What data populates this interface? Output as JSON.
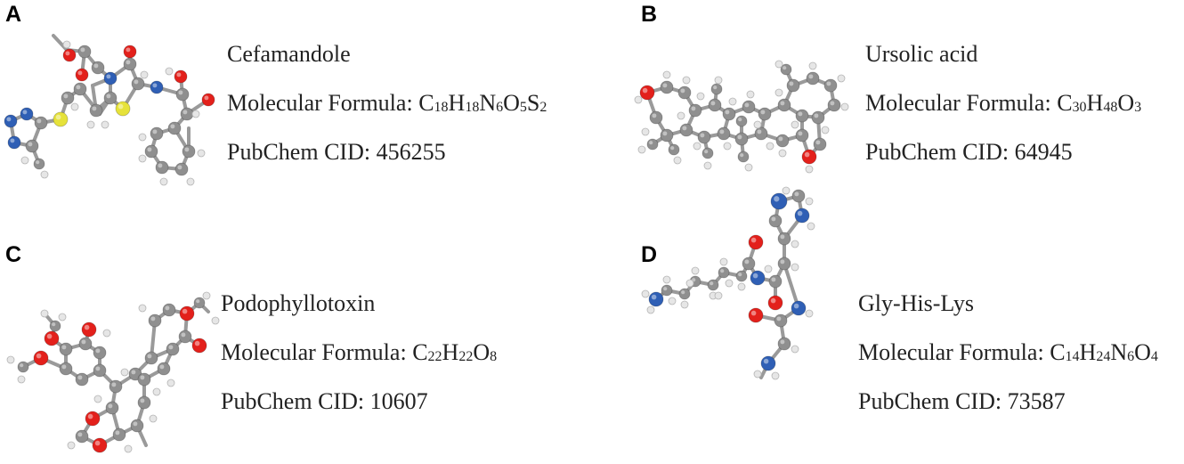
{
  "panels": [
    {
      "letter": "A",
      "name": "Cefamandole",
      "formula_label": "Molecular Formula: ",
      "formula_parts": [
        {
          "t": "C",
          "sub": false
        },
        {
          "t": "18",
          "sub": true
        },
        {
          "t": "H",
          "sub": false
        },
        {
          "t": "18",
          "sub": true
        },
        {
          "t": "N",
          "sub": false
        },
        {
          "t": "6",
          "sub": true
        },
        {
          "t": "O",
          "sub": false
        },
        {
          "t": "5",
          "sub": true
        },
        {
          "t": "S",
          "sub": false
        },
        {
          "t": "2",
          "sub": true
        }
      ],
      "cid_label": "PubChem CID: ",
      "cid": "456255"
    },
    {
      "letter": "B",
      "name": "Ursolic acid",
      "formula_label": "Molecular Formula: ",
      "formula_parts": [
        {
          "t": "C",
          "sub": false
        },
        {
          "t": "30",
          "sub": true
        },
        {
          "t": "H",
          "sub": false
        },
        {
          "t": "48",
          "sub": true
        },
        {
          "t": "O",
          "sub": false
        },
        {
          "t": "3",
          "sub": true
        }
      ],
      "cid_label": "PubChem CID: ",
      "cid": "64945"
    },
    {
      "letter": "C",
      "name": "Podophyllotoxin",
      "formula_label": "Molecular Formula: ",
      "formula_parts": [
        {
          "t": "C",
          "sub": false
        },
        {
          "t": "22",
          "sub": true
        },
        {
          "t": "H",
          "sub": false
        },
        {
          "t": "22",
          "sub": true
        },
        {
          "t": "O",
          "sub": false
        },
        {
          "t": "8",
          "sub": true
        }
      ],
      "cid_label": "PubChem CID: ",
      "cid": "10607"
    },
    {
      "letter": "D",
      "name": "Gly-His-Lys",
      "formula_label": "Molecular Formula: ",
      "formula_parts": [
        {
          "t": "C",
          "sub": false
        },
        {
          "t": "14",
          "sub": true
        },
        {
          "t": "H",
          "sub": false
        },
        {
          "t": "24",
          "sub": true
        },
        {
          "t": "N",
          "sub": false
        },
        {
          "t": "6",
          "sub": true
        },
        {
          "t": "O",
          "sub": false
        },
        {
          "t": "4",
          "sub": true
        }
      ],
      "cid_label": "PubChem CID: ",
      "cid": "73587"
    }
  ],
  "atom_colors": {
    "C": "#8f8f8f",
    "H": "#e6e6e6",
    "O": "#e3201b",
    "N": "#2f5fb5",
    "S": "#e6e23a"
  },
  "bond_color": "#9a9a9a"
}
